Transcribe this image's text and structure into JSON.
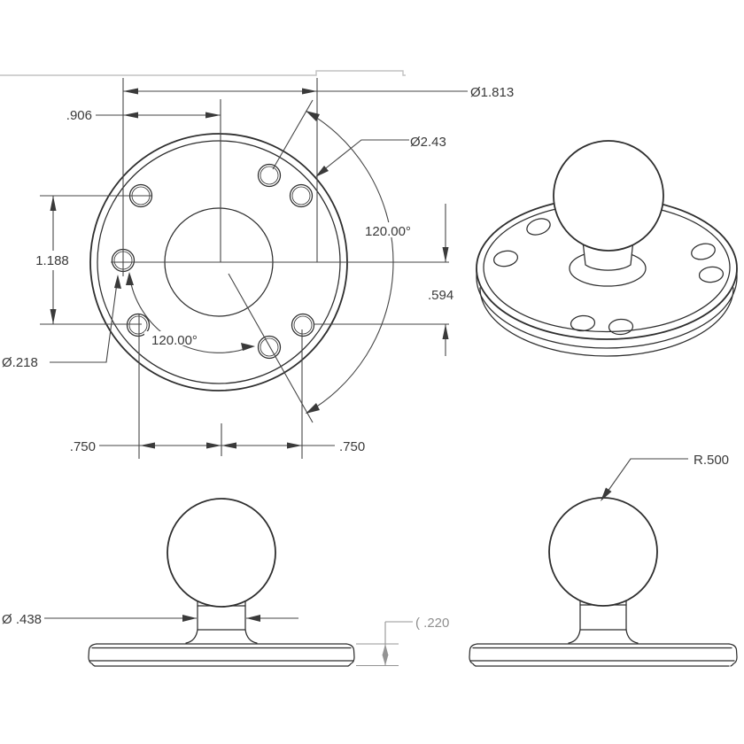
{
  "front_view": {
    "dims": {
      "bolt_circle_diameter": "Ø1.813",
      "hole_offset_horizontal": ".906",
      "hole_row_spacing": "1.188",
      "small_hole_diameter": "Ø.218",
      "angle_lower_left": "120.00°",
      "angle_upper_right": "120.00°",
      "plate_diameter": "Ø2.43",
      "center_to_bottom_row": ".594",
      "hole_offset_left": ".750",
      "hole_offset_right": ".750"
    }
  },
  "side_view_left": {
    "dims": {
      "post_diameter": "Ø .438",
      "base_thickness_reference": "( .220"
    }
  },
  "side_view_right": {
    "dims": {
      "ball_radius": "R.500"
    }
  },
  "colors": {
    "line": "#2e2e2e",
    "dimension": "#464646",
    "text": "#3a3a3a",
    "reference": "#949494",
    "artifact": "#c2c2c2",
    "background": "#ffffff"
  }
}
